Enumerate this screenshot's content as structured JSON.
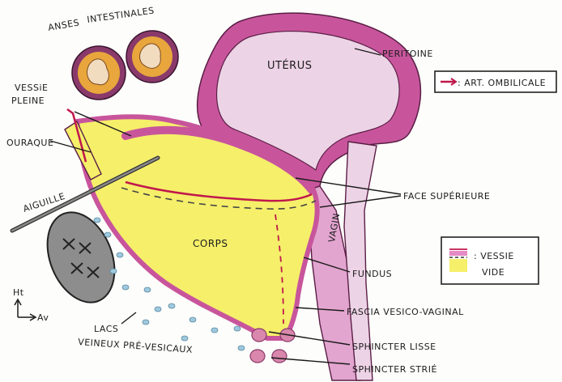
{
  "labels": {
    "anses": "ANSES",
    "intestinales": "INTESTINALES",
    "uterus": "UTÉRUS",
    "peritoine": "PERITOINE",
    "vessie_pleine_1": "VESSiE",
    "vessie_pleine_2": "PLEINE",
    "ouraque": "OURAQUE",
    "aiguille": "AIGUILLE",
    "face_superieure": "FACE SUPÉRIEURE",
    "vagin": "VAGIN",
    "corps": "CORPS",
    "fundus": "FUNDUS",
    "fascia": "FASCIA VESICO-VAGINAL",
    "lacs_1": "LACS",
    "lacs_2": "VEINEUX PRÉ-VESICAUX",
    "sphincter_lisse": "SPHINCTER LISSE",
    "sphincter_strie": "SPHINCTER STRIÉ",
    "orientation_ht": "Ht",
    "orientation_av": "Av"
  },
  "legend_artery": {
    "text": ": ART. OMBILICALE",
    "color": "#c0184c"
  },
  "legend_empty": {
    "text_1": ": VESSIE",
    "text_2": "VIDE",
    "swatch_colors": [
      "#c0184c",
      "#e58ac4",
      "#f5ef6a"
    ]
  },
  "colors": {
    "bladder": "#f5ef6a",
    "wall": "#c8559c",
    "wall_light": "#e2a5cf",
    "uterus": "#edd3e6",
    "intestine": "#e8a63c",
    "intestine_ring": "#8a3a6a",
    "bone": "#8d8d8d",
    "veins": "#9fc9de",
    "sphincter": "#d987ac",
    "artery": "#c0184c"
  }
}
